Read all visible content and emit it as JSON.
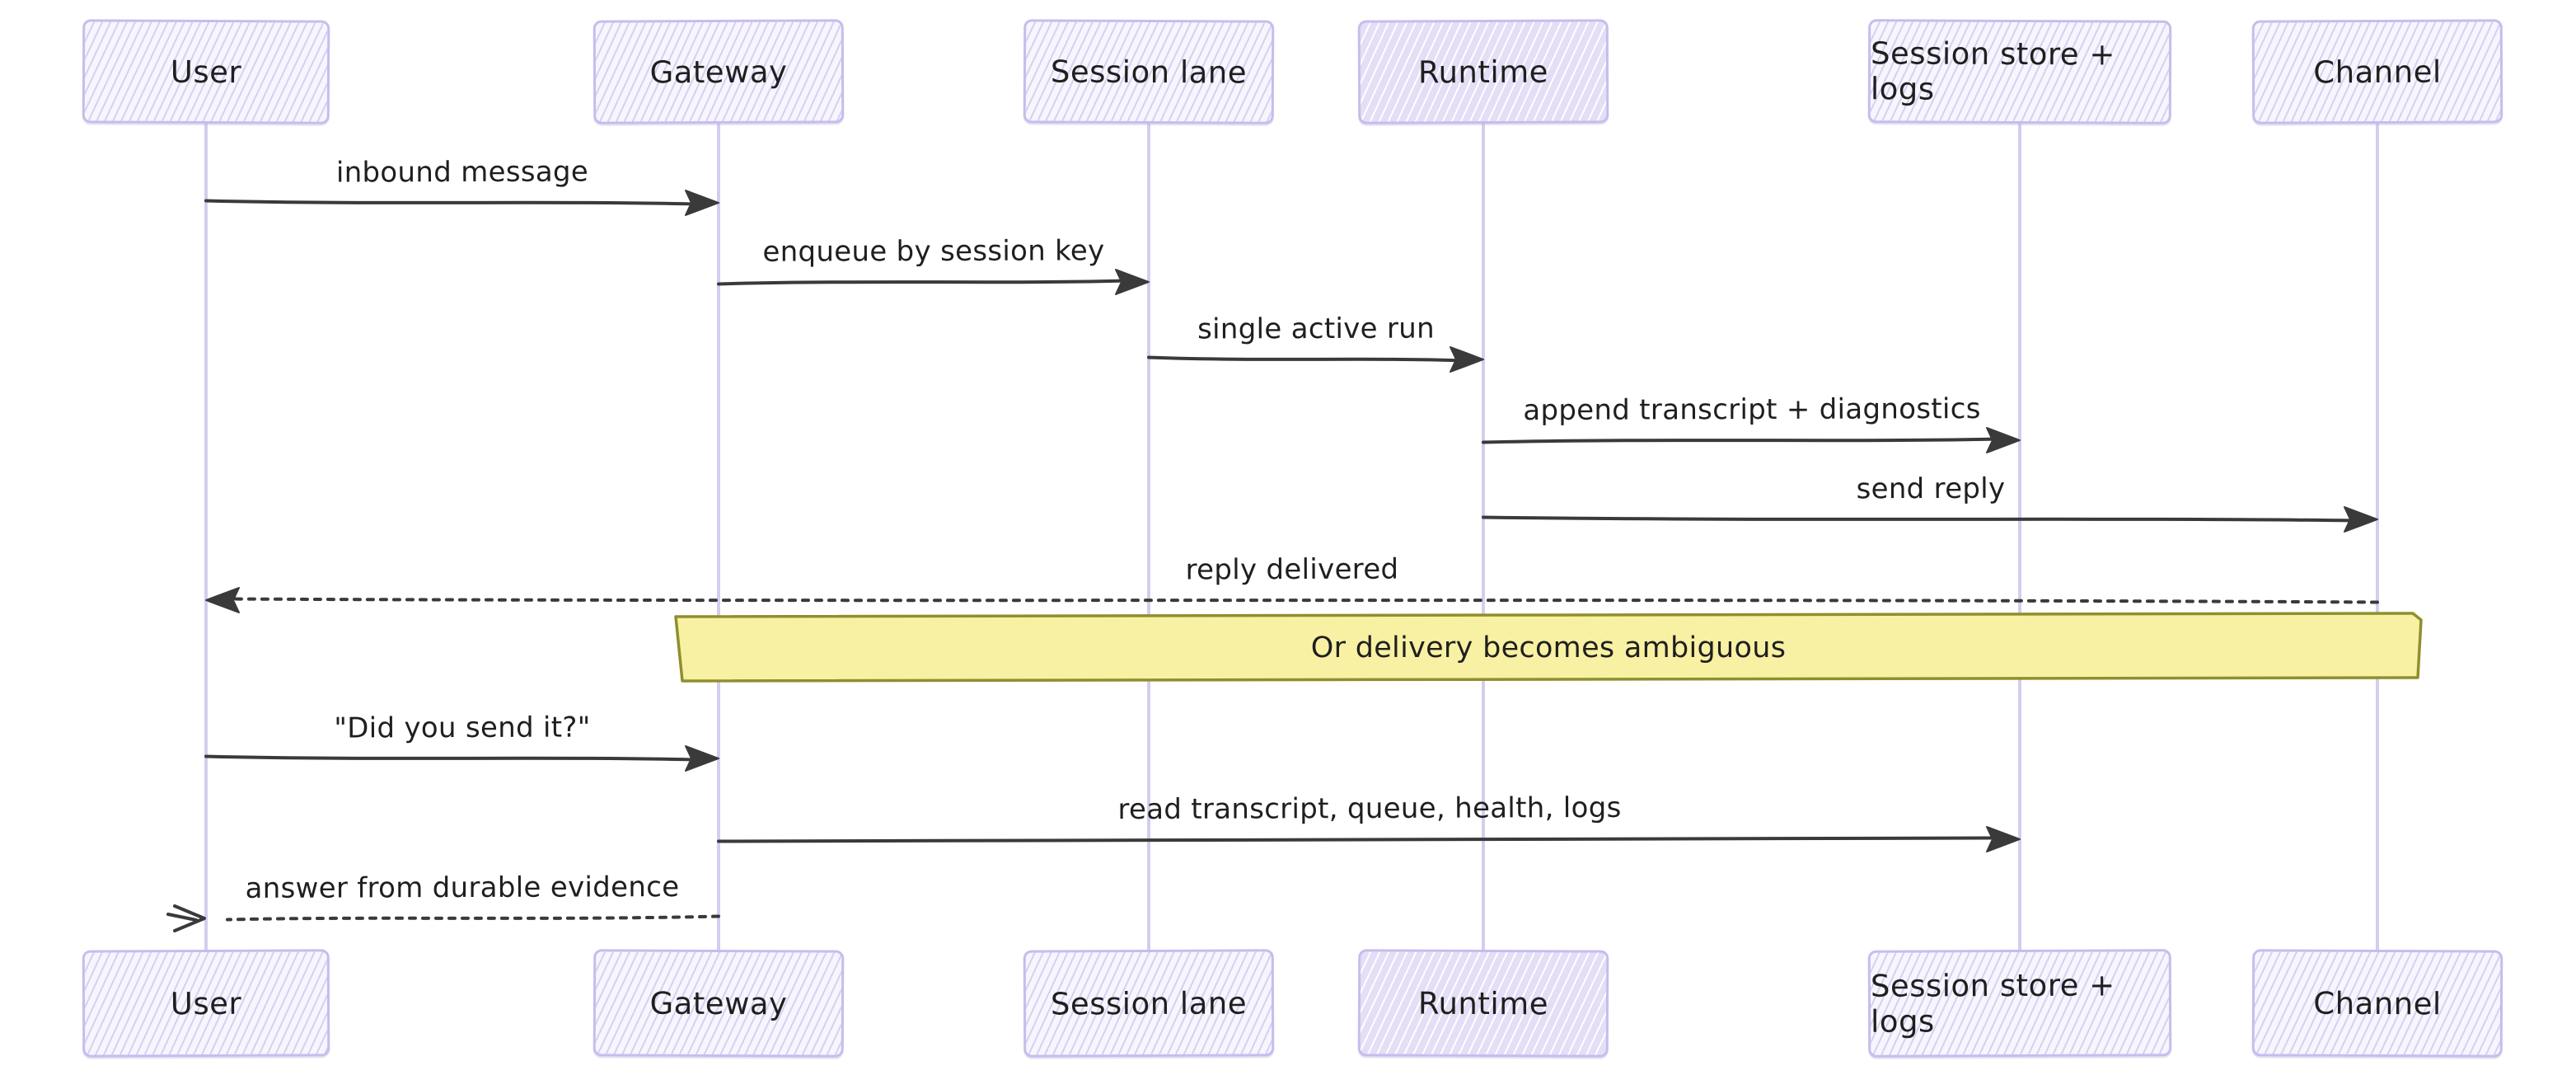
{
  "diagram": {
    "type": "sequence",
    "actors": [
      {
        "id": "user",
        "label": "User"
      },
      {
        "id": "gateway",
        "label": "Gateway"
      },
      {
        "id": "session_lane",
        "label": "Session lane"
      },
      {
        "id": "runtime",
        "label": "Runtime"
      },
      {
        "id": "session_store",
        "label": "Session store + logs"
      },
      {
        "id": "channel",
        "label": "Channel"
      }
    ],
    "messages": [
      {
        "from": "user",
        "to": "gateway",
        "text": "inbound message",
        "line": "solid",
        "arrowhead": "filled"
      },
      {
        "from": "gateway",
        "to": "session_lane",
        "text": "enqueue by session key",
        "line": "solid",
        "arrowhead": "filled"
      },
      {
        "from": "session_lane",
        "to": "runtime",
        "text": "single active run",
        "line": "solid",
        "arrowhead": "filled"
      },
      {
        "from": "runtime",
        "to": "session_store",
        "text": "append transcript + diagnostics",
        "line": "solid",
        "arrowhead": "filled"
      },
      {
        "from": "runtime",
        "to": "channel",
        "text": "send reply",
        "line": "solid",
        "arrowhead": "filled"
      },
      {
        "from": "channel",
        "to": "user",
        "text": "reply delivered",
        "line": "dashed",
        "arrowhead": "filled"
      },
      {
        "from": "user",
        "to": "gateway",
        "text": "\"Did you send it?\"",
        "line": "solid",
        "arrowhead": "filled"
      },
      {
        "from": "gateway",
        "to": "session_store",
        "text": "read transcript, queue, health, logs",
        "line": "solid",
        "arrowhead": "filled"
      },
      {
        "from": "gateway",
        "to": "user",
        "text": "answer from durable evidence",
        "line": "dashed",
        "arrowhead": "open"
      }
    ],
    "note": {
      "text": "Or delivery becomes ambiguous",
      "over": [
        "gateway",
        "channel"
      ]
    },
    "colors": {
      "background": "#ffffff",
      "ink": "#1f1f1f",
      "arrow": "#3a3a3a",
      "actor_fill": "#f7f5fd",
      "actor_hatch": "#d7d0f0",
      "actor_border": "#c7bcee",
      "actor_dense_fill": "#e4def6",
      "lifeline": "#d5cdee",
      "note_fill": "#f8f1a3",
      "note_border": "#8f8f2e"
    }
  }
}
